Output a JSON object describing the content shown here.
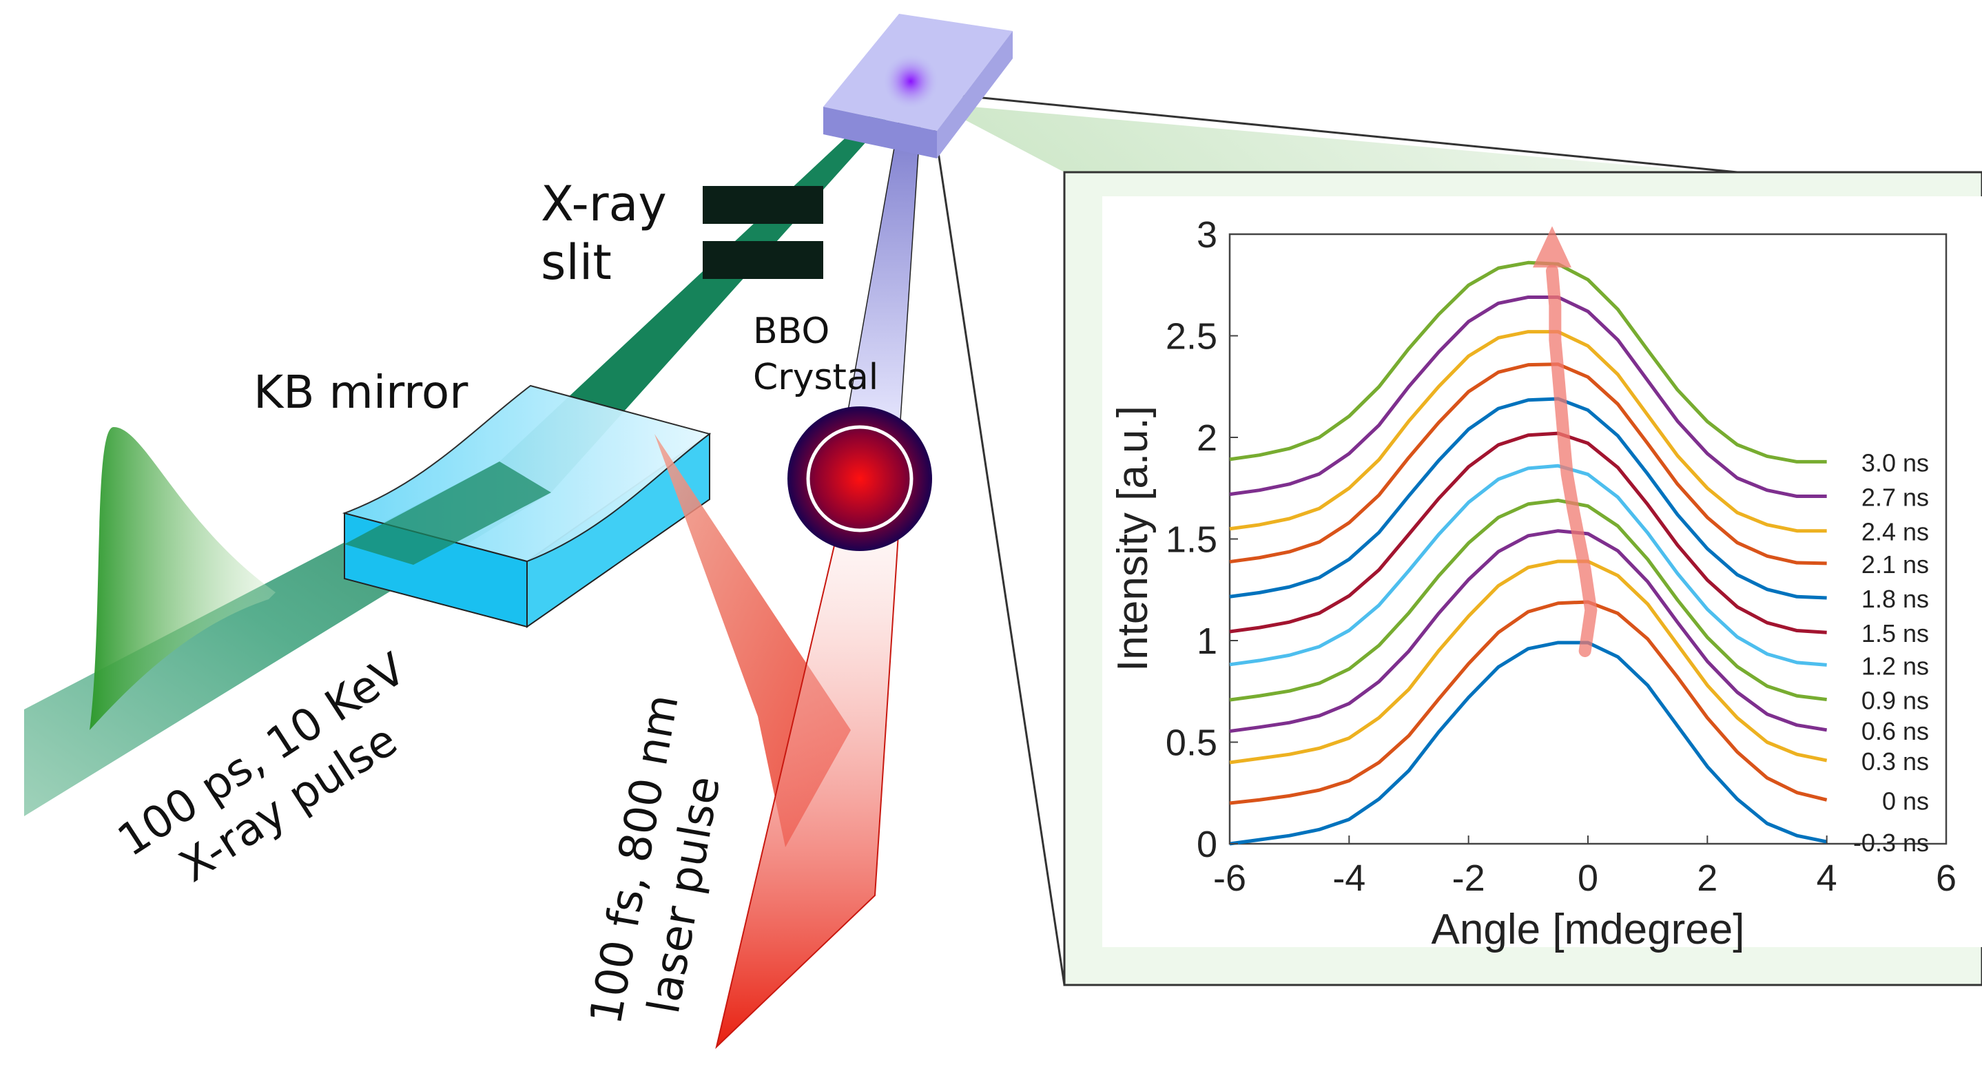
{
  "labels": {
    "xray_slit_line1": "X-ray",
    "xray_slit_line2": "slit",
    "bbo_line1": "BBO",
    "bbo_line2": "Crystal",
    "kb_mirror": "KB mirror",
    "xray_pulse_line1": "100 ps, 10 KeV",
    "xray_pulse_line2": "X-ray pulse",
    "laser_pulse_line1": "100 fs, 800 nm",
    "laser_pulse_line2": "laser pulse"
  },
  "colors": {
    "xray_beam": "#1f8a5e",
    "xray_pulse": "#4aa84a",
    "laser": "#e83020",
    "crystal": "#b8b8f0",
    "kb_mirror": "#20c4f0",
    "slit": "#0b1f17"
  },
  "chart_data": {
    "type": "line",
    "xlabel": "Angle [mdegree]",
    "ylabel": "Intensity [a.u.]",
    "xlim": [
      -6,
      6
    ],
    "ylim": [
      0,
      3
    ],
    "xticks": [
      "-6",
      "-4",
      "-2",
      "0",
      "2",
      "4",
      "6"
    ],
    "yticks": [
      "0",
      "0.5",
      "1",
      "1.5",
      "2",
      "2.5",
      "3"
    ],
    "grid": false,
    "legend": "inline labels at right end of each curve",
    "x": [
      -6,
      -5.5,
      -5,
      -4.5,
      -4,
      -3.5,
      -3,
      -2.5,
      -2,
      -1.5,
      -1,
      -0.5,
      0,
      0.5,
      1,
      1.5,
      2,
      2.5,
      3,
      3.5,
      4
    ],
    "series": [
      {
        "name": "-0.3 ns",
        "offset": 0.0,
        "color": "#0072bd"
      },
      {
        "name": "0 ns",
        "offset": 0.2,
        "color": "#d95319"
      },
      {
        "name": "0.3 ns",
        "offset": 0.4,
        "color": "#edb120"
      },
      {
        "name": "0.6 ns",
        "offset": 0.55,
        "color": "#7e2f8e"
      },
      {
        "name": "0.9 ns",
        "offset": 0.7,
        "color": "#77ac30"
      },
      {
        "name": "1.2 ns",
        "offset": 0.87,
        "color": "#4dbeee"
      },
      {
        "name": "1.5 ns",
        "offset": 1.03,
        "color": "#a2142f"
      },
      {
        "name": "1.8 ns",
        "offset": 1.2,
        "color": "#0072bd"
      },
      {
        "name": "2.1 ns",
        "offset": 1.37,
        "color": "#d95319"
      },
      {
        "name": "2.4 ns",
        "offset": 1.53,
        "color": "#edb120"
      },
      {
        "name": "2.7 ns",
        "offset": 1.7,
        "color": "#7e2f8e"
      },
      {
        "name": "3.0 ns",
        "offset": 1.87,
        "color": "#77ac30"
      }
    ],
    "base_profile": [
      0.0,
      0.02,
      0.04,
      0.07,
      0.12,
      0.22,
      0.36,
      0.55,
      0.72,
      0.87,
      0.96,
      0.99,
      0.99,
      0.92,
      0.78,
      0.58,
      0.38,
      0.22,
      0.1,
      0.04,
      0.01
    ],
    "peak_shift": [
      0.0,
      0.1,
      0.0,
      -0.1,
      -0.2,
      -0.3,
      -0.35,
      -0.4,
      -0.45,
      -0.5,
      -0.5,
      -0.55
    ],
    "arrow_color": "#f07a70"
  }
}
